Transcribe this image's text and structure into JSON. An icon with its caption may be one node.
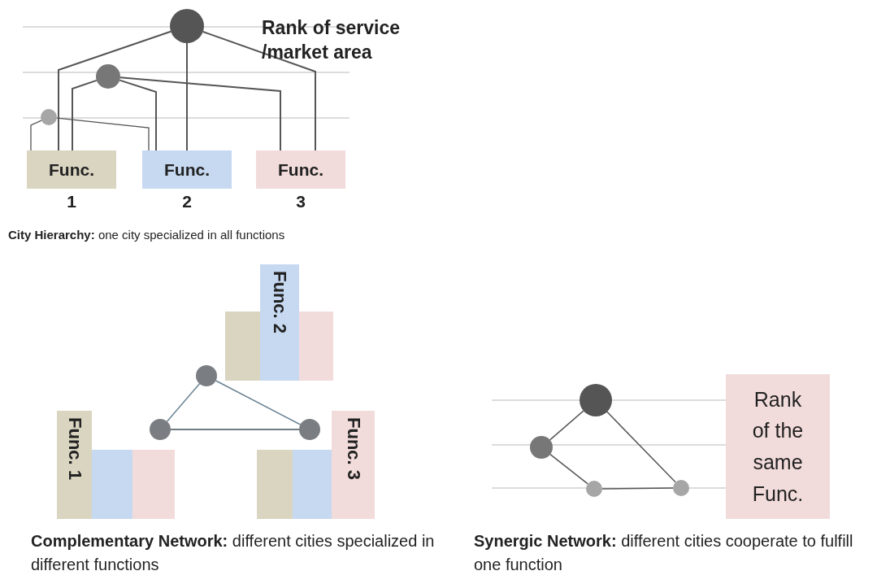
{
  "diagram": {
    "nodes": [
      {
        "text": [],
        "shape": "circle"
      },
      {
        "text": [],
        "shape": "circle"
      },
      {
        "text": [],
        "shape": "circle"
      },
      {
        "text": [
          "Func."
        ],
        "beside": [
          "1"
        ]
      },
      {
        "text": [
          "Func."
        ],
        "beside": [
          "2"
        ]
      },
      {
        "text": [
          "Func."
        ],
        "beside": [
          "3"
        ]
      },
      {
        "text": [],
        "shape": "bar"
      },
      {
        "text": [
          "Func. 2"
        ]
      },
      {
        "text": [],
        "shape": "bar"
      },
      {
        "text": [],
        "shape": "circle"
      },
      {
        "text": [],
        "shape": "circle"
      },
      {
        "text": [],
        "shape": "circle"
      },
      {
        "text": [
          "Func. 1"
        ]
      },
      {
        "text": [],
        "shape": "bar"
      },
      {
        "text": [],
        "shape": "bar"
      },
      {
        "text": [],
        "shape": "bar"
      },
      {
        "text": [],
        "shape": "bar"
      },
      {
        "text": [
          "Func. 3"
        ]
      },
      {
        "text": [],
        "shape": "circle"
      },
      {
        "text": [],
        "shape": "circle"
      },
      {
        "text": [],
        "shape": "circle"
      },
      {
        "text": [],
        "shape": "circle"
      },
      {
        "text": [
          "Rank of the same Func."
        ]
      }
    ],
    "edges": [
      {
        "from": 0,
        "to": 3,
        "arrow": "none"
      },
      {
        "from": 0,
        "to": 4,
        "arrow": "none"
      },
      {
        "from": 0,
        "to": 5,
        "arrow": "none"
      },
      {
        "from": 1,
        "to": 3,
        "arrow": "none"
      },
      {
        "from": 1,
        "to": 4,
        "arrow": "none"
      },
      {
        "from": 1,
        "to": 5,
        "arrow": "none"
      },
      {
        "from": 2,
        "to": 3,
        "arrow": "none"
      },
      {
        "from": 2,
        "to": 4,
        "arrow": "none"
      },
      {
        "from": 9,
        "to": 10,
        "arrow": "none"
      },
      {
        "from": 10,
        "to": 11,
        "arrow": "none"
      },
      {
        "from": 9,
        "to": 11,
        "arrow": "none"
      },
      {
        "from": 18,
        "to": 19,
        "arrow": "none"
      },
      {
        "from": 19,
        "to": 20,
        "arrow": "none"
      },
      {
        "from": 20,
        "to": 21,
        "arrow": "none"
      },
      {
        "from": 18,
        "to": 21,
        "arrow": "none"
      }
    ],
    "labels": [
      "Rank of service /market area",
      "**City Hierarchy:** one city specialized in all functions",
      "**Complementary Network:** different cities specialized in different functions",
      "**Synergic Network:** different cities cooperate to fulfill one function"
    ]
  }
}
